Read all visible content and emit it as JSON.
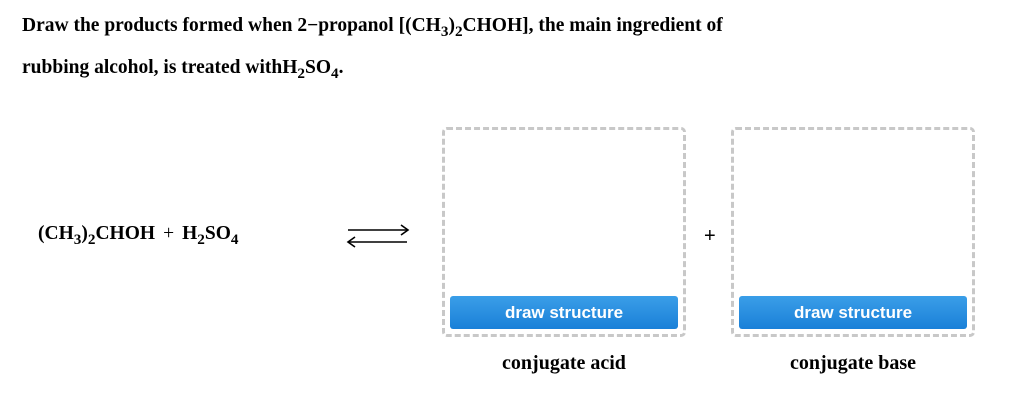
{
  "question": {
    "line1_prefix": "Draw the products formed when 2−propanol [",
    "line1_formula": {
      "a": "(CH",
      "a_sub": "3",
      "b": ")",
      "b_sub": "2",
      "c": "CHOH"
    },
    "line1_suffix": "], the main ingredient of",
    "line2_prefix": "rubbing alcohol, is treated with",
    "line2_formula": {
      "a": "H",
      "a_sub": "2",
      "b": "SO",
      "b_sub": "4"
    },
    "line2_suffix": "."
  },
  "equation": {
    "reactant1": {
      "a": "(CH",
      "a_sub": "3",
      "b": ")",
      "b_sub": "2",
      "c": "CHOH"
    },
    "plus": "+",
    "reactant2": {
      "a": "H",
      "a_sub": "2",
      "b": "SO",
      "b_sub": "4"
    },
    "arrow": "equilibrium-arrows-icon"
  },
  "products": {
    "plus": "+",
    "boxes": [
      {
        "button_label": "draw structure",
        "caption": "conjugate acid"
      },
      {
        "button_label": "draw structure",
        "caption": "conjugate base"
      }
    ]
  },
  "colors": {
    "button_top": "#3a9ee8",
    "button_bottom": "#1a80d8",
    "dashed_border": "#c8c8c8"
  }
}
